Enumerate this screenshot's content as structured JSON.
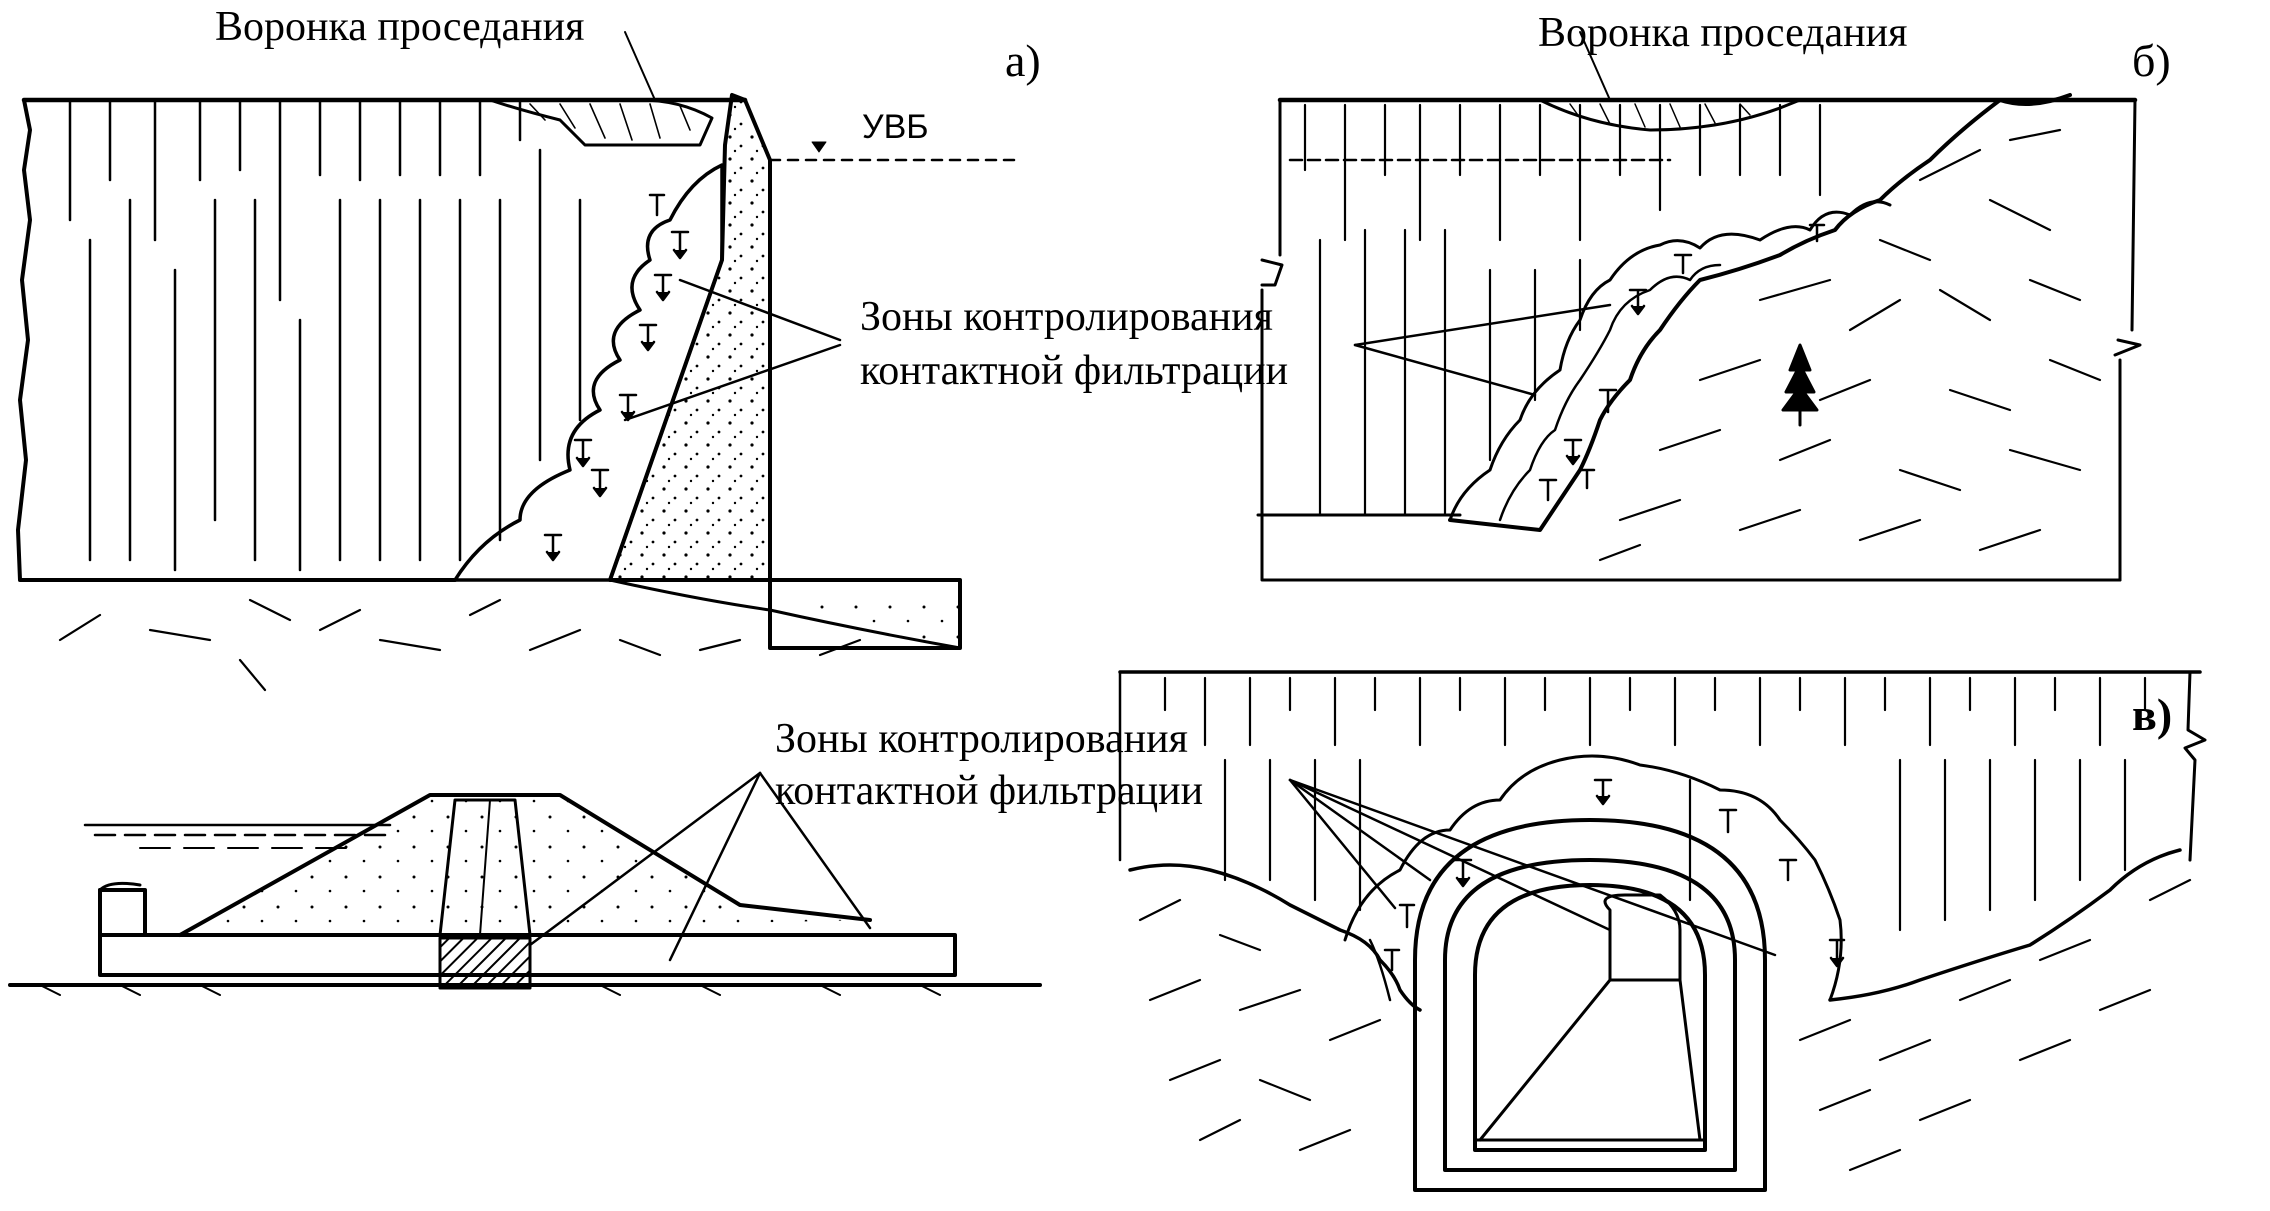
{
  "labels": {
    "a": {
      "tag": "а)",
      "funnel": "Воронка проседания",
      "water_level": "УВБ",
      "zones_line1": "Зоны контролирования",
      "zones_line2": "контактной фильтрации"
    },
    "b": {
      "tag": "б)",
      "funnel": "Воронка проседания"
    },
    "c": {
      "tag": "в)",
      "zones_line1": "Зоны контролирования",
      "zones_line2": "контактной фильтрации"
    }
  },
  "colors": {
    "ink": "#000000",
    "background": "#ffffff"
  }
}
